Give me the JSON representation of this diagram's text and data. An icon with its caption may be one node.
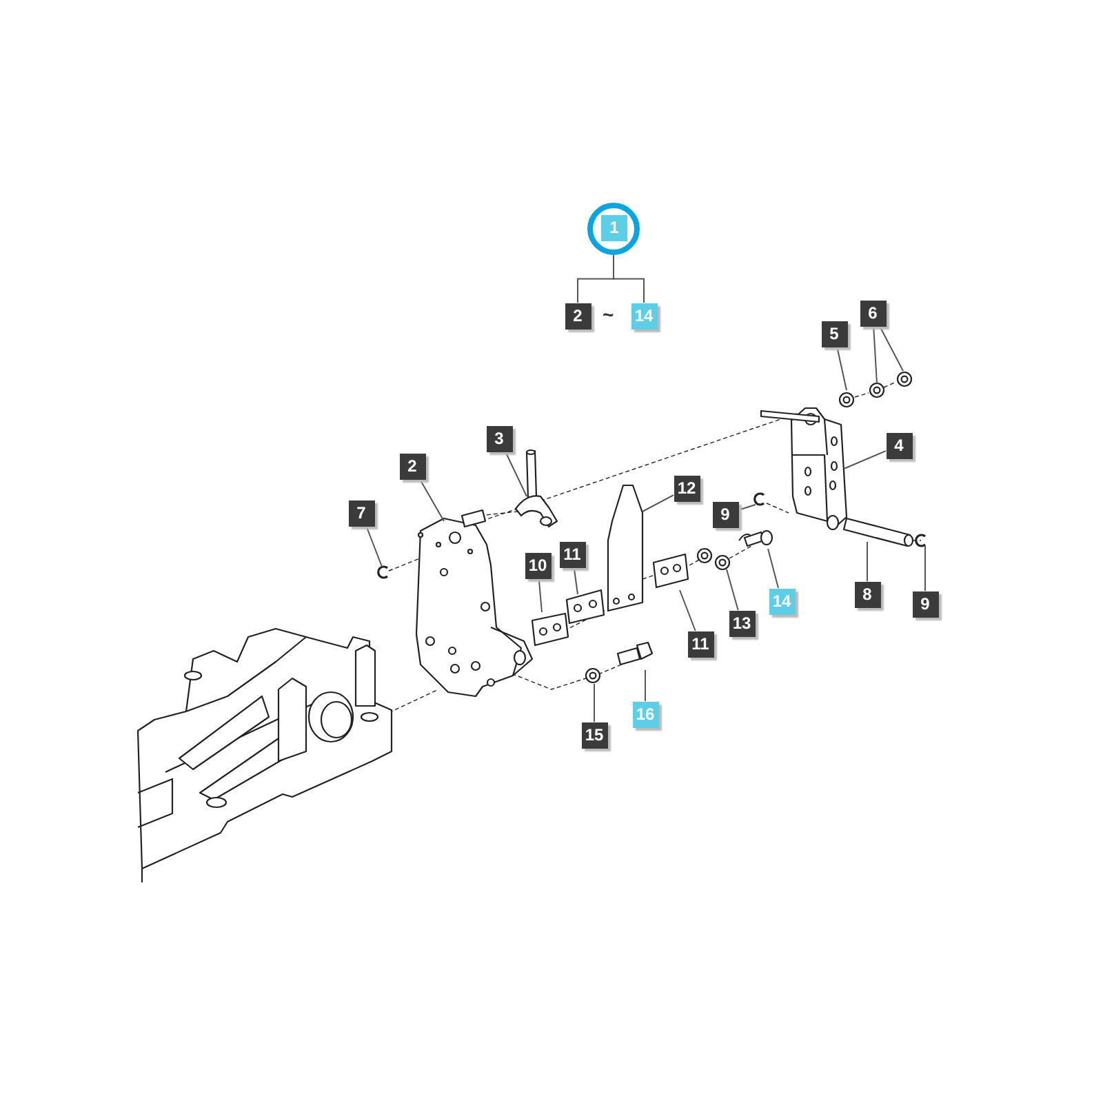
{
  "diagram": {
    "nodes": [
      {
        "text": [
          "1"
        ]
      },
      {
        "text": [
          "2"
        ]
      },
      {
        "text": [
          "14"
        ]
      },
      {
        "text": [
          "5"
        ]
      },
      {
        "text": [
          "6"
        ]
      },
      {
        "text": [
          "3"
        ]
      },
      {
        "text": [
          "4"
        ]
      },
      {
        "text": [
          "2"
        ]
      },
      {
        "text": [
          "12"
        ]
      },
      {
        "text": [
          "7"
        ]
      },
      {
        "text": [
          "9"
        ]
      },
      {
        "text": [
          "10"
        ]
      },
      {
        "text": [
          "11"
        ]
      },
      {
        "text": [
          "14"
        ]
      },
      {
        "text": [
          "13"
        ]
      },
      {
        "text": [
          "11"
        ]
      },
      {
        "text": [
          "8"
        ]
      },
      {
        "text": [
          "9"
        ]
      },
      {
        "text": [
          "16"
        ]
      },
      {
        "text": [
          "15"
        ]
      }
    ],
    "edges": [
      {
        "from": 0,
        "to": 1,
        "arrow": "none"
      },
      {
        "from": 0,
        "to": 2,
        "arrow": "none"
      },
      {
        "from": 3,
        "to": null,
        "arrow": "none"
      },
      {
        "from": 4,
        "to": null,
        "arrow": "none"
      },
      {
        "from": 4,
        "to": null,
        "arrow": "none"
      },
      {
        "from": 5,
        "to": null,
        "arrow": "none"
      },
      {
        "from": 6,
        "to": null,
        "arrow": "none"
      },
      {
        "from": 7,
        "to": null,
        "arrow": "none"
      },
      {
        "from": 8,
        "to": null,
        "arrow": "none"
      },
      {
        "from": 9,
        "to": null,
        "arrow": "none"
      },
      {
        "from": 10,
        "to": null,
        "arrow": "none"
      },
      {
        "from": 11,
        "to": null,
        "arrow": "none"
      },
      {
        "from": 12,
        "to": null,
        "arrow": "none"
      },
      {
        "from": 13,
        "to": null,
        "arrow": "none"
      },
      {
        "from": 14,
        "to": null,
        "arrow": "none"
      },
      {
        "from": 15,
        "to": null,
        "arrow": "none"
      },
      {
        "from": 16,
        "to": null,
        "arrow": "none"
      },
      {
        "from": 17,
        "to": null,
        "arrow": "none"
      },
      {
        "from": 18,
        "to": null,
        "arrow": "none"
      },
      {
        "from": 19,
        "to": null,
        "arrow": "none"
      }
    ],
    "labels": [
      "~"
    ]
  }
}
